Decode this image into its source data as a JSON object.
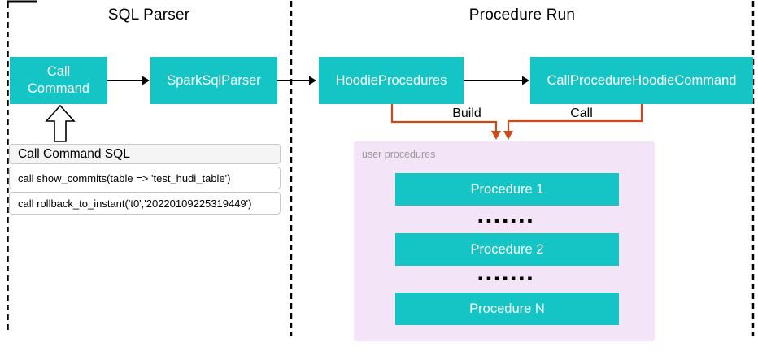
{
  "sections": {
    "sql_parser": {
      "title": "SQL Parser",
      "boxes": {
        "call_command": "Call Command",
        "spark_sql_parser": "SparkSqlParser"
      },
      "sql_panel": {
        "header": "Call Command SQL",
        "rows": [
          "call show_commits(table => 'test_hudi_table')",
          "call rollback_to_instant('t0','20220109225319449')"
        ]
      }
    },
    "procedure_run": {
      "title": "Procedure Run",
      "boxes": {
        "hoodie_procedures": "HoodieProcedures",
        "call_procedure_hoodie_command": "CallProcedureHoodieCommand"
      },
      "edge_labels": {
        "build": "Build",
        "call": "Call"
      },
      "user_procedures": {
        "label": "user procedures",
        "items": [
          "Procedure 1",
          "Procedure 2",
          "Procedure N"
        ],
        "dots": "▪▪▪▪▪▪▪"
      }
    }
  },
  "colors": {
    "teal_box": "#15c5c6",
    "purple_container": "#f3e5f7",
    "orange_connector": "#cc4a17",
    "panel_header_bg": "#f5f5f5",
    "muted_label": "#999999"
  }
}
